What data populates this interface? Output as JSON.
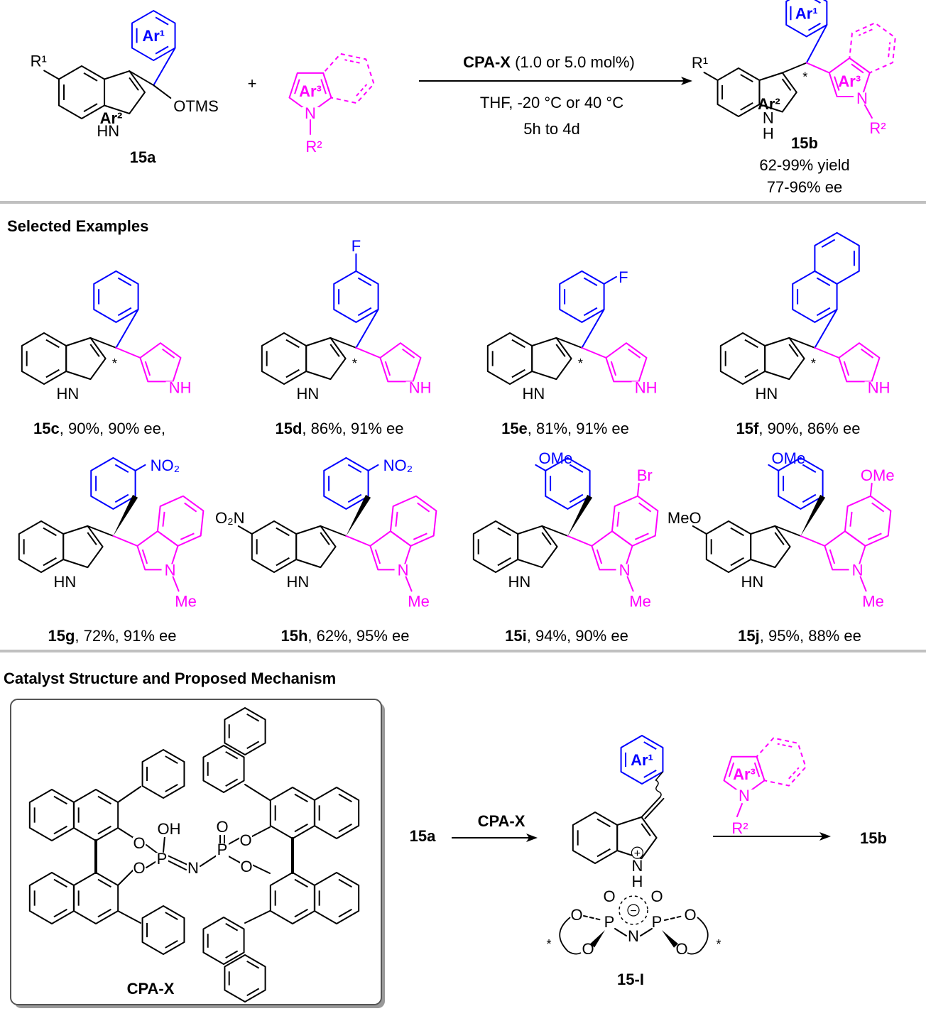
{
  "colors": {
    "ar1": "#0000ff",
    "ar3": "#ff00ff",
    "bond": "#000000",
    "separator": "#c0c0c0",
    "box_border": "#555555"
  },
  "scheme": {
    "substrate": {
      "label": "15a",
      "r1": "R¹",
      "ar1": "Ar¹",
      "ar2": "Ar²",
      "nh": "HN",
      "otms": "OTMS"
    },
    "plus": "+",
    "nucleophile": {
      "ar3": "Ar³",
      "n": "N",
      "r2": "R²"
    },
    "conditions": {
      "catalyst": "CPA-X",
      "loading": " (1.0 or 5.0 mol%)",
      "solvent_temp": "THF, -20 °C or 40 °C",
      "time": "5h to 4d"
    },
    "product": {
      "label": "15b",
      "r1": "R¹",
      "ar1": "Ar¹",
      "ar2": "Ar²",
      "ar3": "Ar³",
      "n_indole": "N",
      "h": "H",
      "n": "N",
      "r2": "R²",
      "star": "*",
      "yield": "62-99% yield",
      "ee": "77-96% ee"
    }
  },
  "examples": {
    "title": "Selected Examples",
    "items": [
      {
        "id": "15c",
        "caption": ", 90%, 90% ee,",
        "hn": "HN",
        "nh": "NH",
        "star": "*"
      },
      {
        "id": "15d",
        "caption": ", 86%, 91% ee",
        "hn": "HN",
        "nh": "NH",
        "star": "*",
        "sub_aryl": "F"
      },
      {
        "id": "15e",
        "caption": ", 81%, 91% ee",
        "hn": "HN",
        "nh": "NH",
        "star": "*",
        "sub_aryl": "F"
      },
      {
        "id": "15f",
        "caption": ", 90%, 86% ee",
        "hn": "HN",
        "nh": "NH",
        "star": "*"
      },
      {
        "id": "15g",
        "caption": ", 72%, 91% ee",
        "hn": "HN",
        "n": "N",
        "me": "Me",
        "sub_aryl": "NO₂"
      },
      {
        "id": "15h",
        "caption": ", 62%, 95% ee",
        "hn": "HN",
        "n": "N",
        "me": "Me",
        "sub_aryl": "NO₂",
        "sub_indole": "O₂N"
      },
      {
        "id": "15i",
        "caption": ", 94%, 90% ee",
        "hn": "HN",
        "n": "N",
        "me": "Me",
        "sub_aryl": "OMe",
        "sub_nuc": "Br"
      },
      {
        "id": "15j",
        "caption": ", 95%, 88% ee",
        "hn": "HN",
        "n": "N",
        "me": "Me",
        "sub_aryl": "OMe",
        "sub_indole": "MeO",
        "sub_nuc": "OMe"
      }
    ]
  },
  "mechanism": {
    "title": "Catalyst Structure and Proposed Mechanism",
    "catalyst": {
      "label": "CPA-X",
      "oh": "OH",
      "o": "O",
      "p": "P",
      "n": "N"
    },
    "start": "15a",
    "reagent": "CPA-X",
    "intermediate": {
      "label": "15-I",
      "ar1": "Ar¹",
      "n": "N",
      "h": "H",
      "plus": "+",
      "minus": "−",
      "o": "O",
      "p": "P",
      "star": "*"
    },
    "nucleophile": {
      "ar3": "Ar³",
      "n": "N",
      "r2": "R²"
    },
    "end": "15b"
  }
}
